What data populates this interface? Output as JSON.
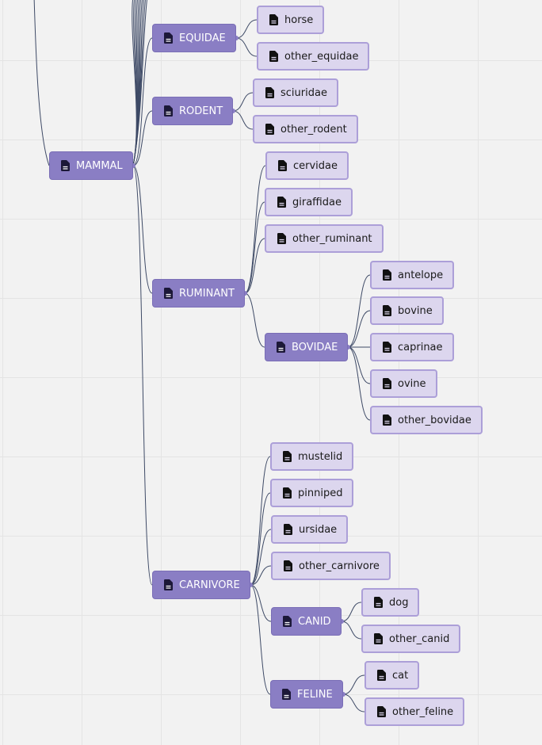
{
  "tree": {
    "root": {
      "id": "mammal",
      "label": "MAMMAL"
    },
    "groups": [
      {
        "id": "equidae",
        "label": "EQUIDAE",
        "parent": "mammal"
      },
      {
        "id": "rodent",
        "label": "RODENT",
        "parent": "mammal"
      },
      {
        "id": "ruminant",
        "label": "RUMINANT",
        "parent": "mammal"
      },
      {
        "id": "bovidae",
        "label": "BOVIDAE",
        "parent": "ruminant"
      },
      {
        "id": "carnivore",
        "label": "CARNIVORE",
        "parent": "mammal"
      },
      {
        "id": "canid",
        "label": "CANID",
        "parent": "carnivore"
      },
      {
        "id": "feline",
        "label": "FELINE",
        "parent": "carnivore"
      }
    ],
    "leaves": [
      {
        "id": "horse",
        "label": "horse",
        "parent": "equidae"
      },
      {
        "id": "other-equidae",
        "label": "other_equidae",
        "parent": "equidae"
      },
      {
        "id": "sciuridae",
        "label": "sciuridae",
        "parent": "rodent"
      },
      {
        "id": "other-rodent",
        "label": "other_rodent",
        "parent": "rodent"
      },
      {
        "id": "cervidae",
        "label": "cervidae",
        "parent": "ruminant"
      },
      {
        "id": "giraffidae",
        "label": "giraffidae",
        "parent": "ruminant"
      },
      {
        "id": "other-ruminant",
        "label": "other_ruminant",
        "parent": "ruminant"
      },
      {
        "id": "antelope",
        "label": "antelope",
        "parent": "bovidae"
      },
      {
        "id": "bovine",
        "label": "bovine",
        "parent": "bovidae"
      },
      {
        "id": "caprinae",
        "label": "caprinae",
        "parent": "bovidae"
      },
      {
        "id": "ovine",
        "label": "ovine",
        "parent": "bovidae"
      },
      {
        "id": "other-bovidae",
        "label": "other_bovidae",
        "parent": "bovidae"
      },
      {
        "id": "mustelid",
        "label": "mustelid",
        "parent": "carnivore"
      },
      {
        "id": "pinniped",
        "label": "pinniped",
        "parent": "carnivore"
      },
      {
        "id": "ursidae",
        "label": "ursidae",
        "parent": "carnivore"
      },
      {
        "id": "other-carnivore",
        "label": "other_carnivore",
        "parent": "carnivore"
      },
      {
        "id": "dog",
        "label": "dog",
        "parent": "canid"
      },
      {
        "id": "other-canid",
        "label": "other_canid",
        "parent": "canid"
      },
      {
        "id": "cat",
        "label": "cat",
        "parent": "feline"
      },
      {
        "id": "other-feline",
        "label": "other_feline",
        "parent": "feline"
      }
    ]
  },
  "colors": {
    "group_fill": "#8a7ec4",
    "leaf_fill": "#dcd6ee",
    "leaf_border": "#ac9fd8",
    "edge": "#3e4a66",
    "background": "#f2f2f2"
  },
  "icons": {
    "node": "document-icon"
  }
}
